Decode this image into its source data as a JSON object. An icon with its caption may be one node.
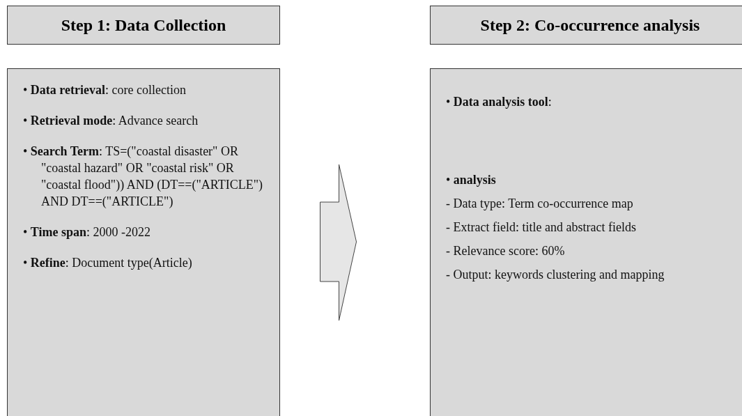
{
  "diagram": {
    "nodes": [
      {
        "text": [
          "Step 1: Data Collection"
        ]
      },
      {
        "text": [
          "• **Data retrieval**: core collection",
          "• **Retrieval mode**: Advance search",
          "• **Search Term**: TS=(\"coastal disaster\" OR \"coastal hazard\" OR \"coastal risk\" OR \"coastal flood\")) AND (DT==(\"ARTICLE\") AND DT==(\"ARTICLE\")",
          "• **Time span**: 2000 -2022",
          "• **Refine**: Document type(Article)"
        ]
      },
      {
        "text": [
          "Step 2: Co-occurrence analysis"
        ]
      },
      {
        "text": [
          "• **Data analysis tool**:",
          "• **analysis**",
          "- Data type: Term co-occurrence map",
          "- Extract field: title and abstract fields",
          "- Relevance score: 60%",
          "- Output: keywords clustering and mapping"
        ]
      }
    ],
    "edges": [
      {
        "from": 1,
        "to": 3,
        "arrow": "to"
      }
    ]
  }
}
